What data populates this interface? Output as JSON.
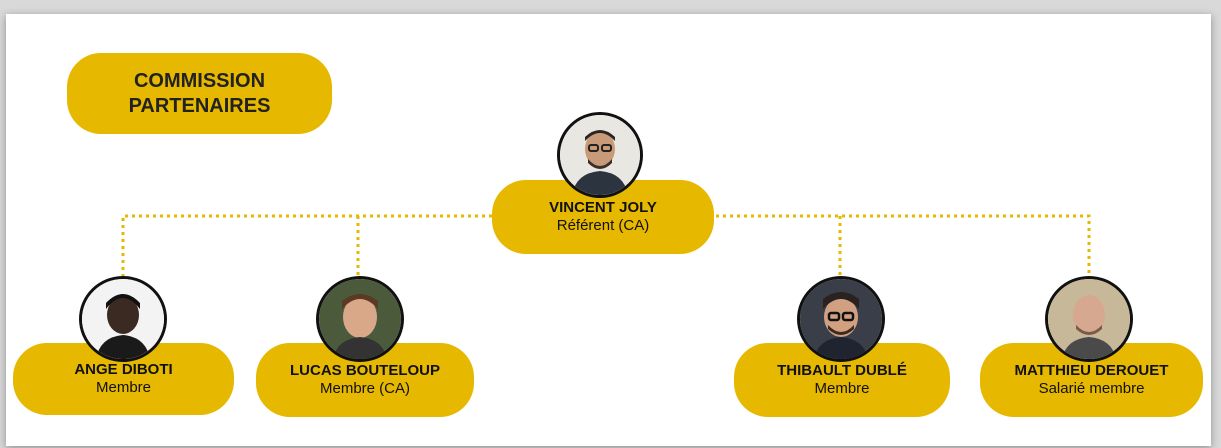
{
  "title": {
    "line1": "COMMISSION",
    "line2": "PARTENAIRES"
  },
  "lead": {
    "name": "VINCENT JOLY",
    "role": "Référent (CA)"
  },
  "members": [
    {
      "name": "ANGE DIBOTI",
      "role": "Membre"
    },
    {
      "name": "LUCAS BOUTELOUP",
      "role": "Membre (CA)"
    },
    {
      "name": "THIBAULT DUBLÉ",
      "role": "Membre"
    },
    {
      "name": "MATTHIEU DEROUET",
      "role": "Salarié membre"
    }
  ],
  "colors": {
    "accent": "#e6b800",
    "connector": "#e6b800",
    "text": "#111111"
  }
}
